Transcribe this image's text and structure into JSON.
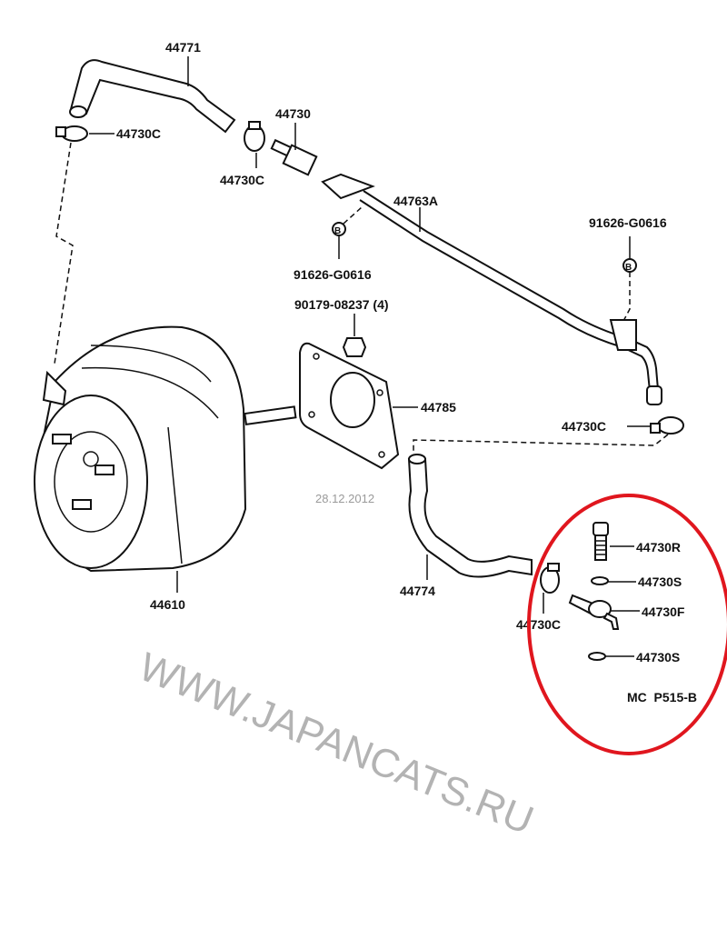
{
  "labels": {
    "hose_upper": "44771",
    "clamp_left": "44730C",
    "union": "44730",
    "clamp_upper": "44730C",
    "tube": "44763A",
    "clip_right": "91626-G0616",
    "clip_left": "91626-G0616",
    "nut": "90179-08237 (4)",
    "gasket": "44785",
    "clamp_right": "44730C",
    "booster": "44610",
    "hose_lower": "44774",
    "clamp_lower": "44730C",
    "bolt": "44730R",
    "washer_1": "44730S",
    "fitting": "44730F",
    "washer_2": "44730S",
    "diagram_code": "MC  P515-B",
    "clip_marker": "B"
  },
  "watermark": {
    "site": "WWW.JAPANCATS.RU",
    "date": "28.12.2012"
  },
  "colors": {
    "highlight": "#e0161e",
    "watermark": "#9a9a9a"
  }
}
